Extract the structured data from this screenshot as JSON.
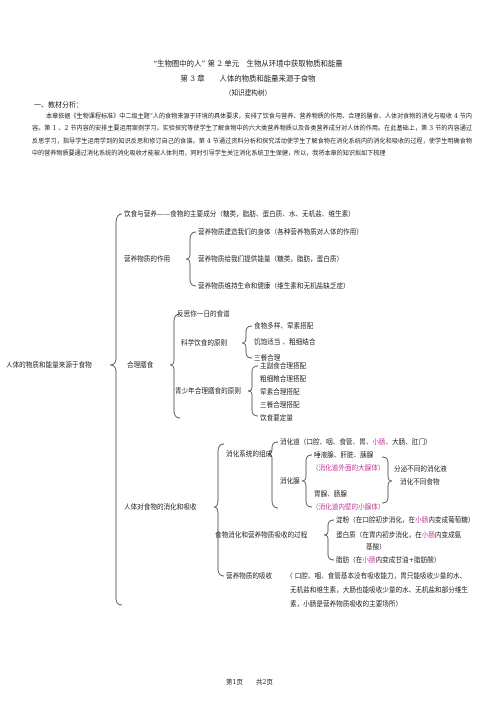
{
  "header": {
    "title": "“生物圈中的人” 第 2 单元　生物从环境中获取物质和能量",
    "subtitle": "第 3 章　　人体的物质和能量来源于食物",
    "note": "（知识建构树）"
  },
  "section": {
    "heading": "一、教材分析：",
    "paragraph": "本章依据《生物课程标准》中二级主题“人的食物来源于环境的具体要求，安排了饮食与营养、营养物质的作用、合理的膳食、人体对食物的消化与吸收 4 节内容。第 1 、2 节内容的安排主要运用案例学习，实验探究等使学生了解食物中的六大类营养物质以及各类营养成分对人体的作用。在此基础上，第 3 节的内容通过反思学习，指导学生运用学到的知识反思和修订自己的食谱。第 4 节通过资料分析和探究活动使学生了解食物在消化系统内的消化和吸收的过程，使学生明确食物中的营养物质要通过消化系统的消化吸收才能被人体利用，同时引导学生关注消化系统卫生保健，所以，我将本章的知识拟如下梳理"
  },
  "tree": {
    "root": "人体的物质和能量来源于食物",
    "b1": "饮食与营养——食物的主要成分（糖类，脂肪、蛋白质、水、无机盐、维生素）",
    "b2": {
      "label": "营养物质的作用",
      "items": [
        "营养物质建造我们的身体（各种营养物质对人体的作用）",
        "营养物质给我们提供能量（糖类，脂肪，蛋白质）",
        "营养物质维持生命和健康（维生素和无机盐缺乏症）"
      ]
    },
    "b3": {
      "label": "合理膳食",
      "reflect": "反思你一日的食谱",
      "principle": {
        "label": "科学饮食的原则",
        "items": [
          "食物多样、荤素搭配",
          "饥饱适当 、粗细结合",
          "三餐合理"
        ]
      },
      "teen": {
        "label": "青少年合理膳食的原则",
        "items": [
          "主副食合理搭配",
          "粗细粮合理搭配",
          "荤素合理搭配",
          "三餐合理搭配",
          "饮食要定量"
        ]
      }
    },
    "b4": {
      "label": "人体对食物的消化和吸收",
      "system": {
        "label": "消化系统的组成",
        "tract_pre": "消化道（口腔、咽、食管、胃、",
        "tract_hl1": "小肠",
        "tract_post": "、大肠、肛门）",
        "glands_label": "消化腺",
        "glands_top": "唾液腺、肝脏、胰腺",
        "glands_note1": "（消化道外面的大腺体）",
        "glands_bottom": "胃腺、肠腺",
        "glands_note2": "（消化道内壁的小腺体）",
        "glands_side1": "分泌不同的消化液",
        "glands_side2": "消化不同食物"
      },
      "process": {
        "label": "食物消化和营养物质吸收的过程",
        "starch_pre": "淀粉（在口腔初步消化，在",
        "starch_hl": "小肠",
        "starch_post": "内变成葡萄糖）",
        "protein_pre": "蛋白质（在胃内初步消化，在",
        "protein_hl": "小肠",
        "protein_post": "内变成氨",
        "protein_cont": "基酸）",
        "fat_pre": "脂肪（在",
        "fat_hl": "小肠",
        "fat_post": "内变成甘油+脂肪酸）"
      },
      "absorption": {
        "label": "营养物质的吸收",
        "line1": "（ 口腔、咽、食管基本没有吸收能力，胃只能吸收少量的水、",
        "line2": "无机盐和维生素，大肠也能吸收少量的水、无机盐和部分维生",
        "line3": "素，小肠是营养物质吸收的主要场所）"
      }
    }
  },
  "footer": {
    "page": "第1页",
    "total": "共2页"
  },
  "colors": {
    "highlight": "#c0399a",
    "text": "#222222"
  }
}
